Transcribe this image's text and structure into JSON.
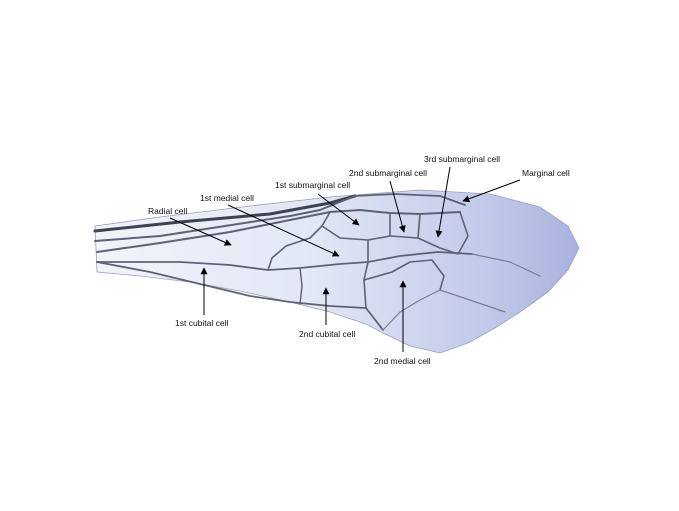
{
  "labels": {
    "radial_cell": "Radial cell",
    "first_medial_cell": "1st medial cell",
    "first_submarginal_cell": "1st submarginal cell",
    "second_submarginal_cell": "2nd submarginal cell",
    "third_submarginal_cell": "3rd submarginal cell",
    "marginal_cell": "Marginal cell",
    "first_cubital_cell": "1st cubital cell",
    "second_cubital_cell": "2nd cubital cell",
    "second_medial_cell": "2nd medial cell"
  },
  "colors": {
    "background": "#ffffff",
    "wing_membrane": "#dde3f3",
    "wing_tip": "#aab4de",
    "vein": "#5e6274",
    "arrow": "#000000"
  }
}
